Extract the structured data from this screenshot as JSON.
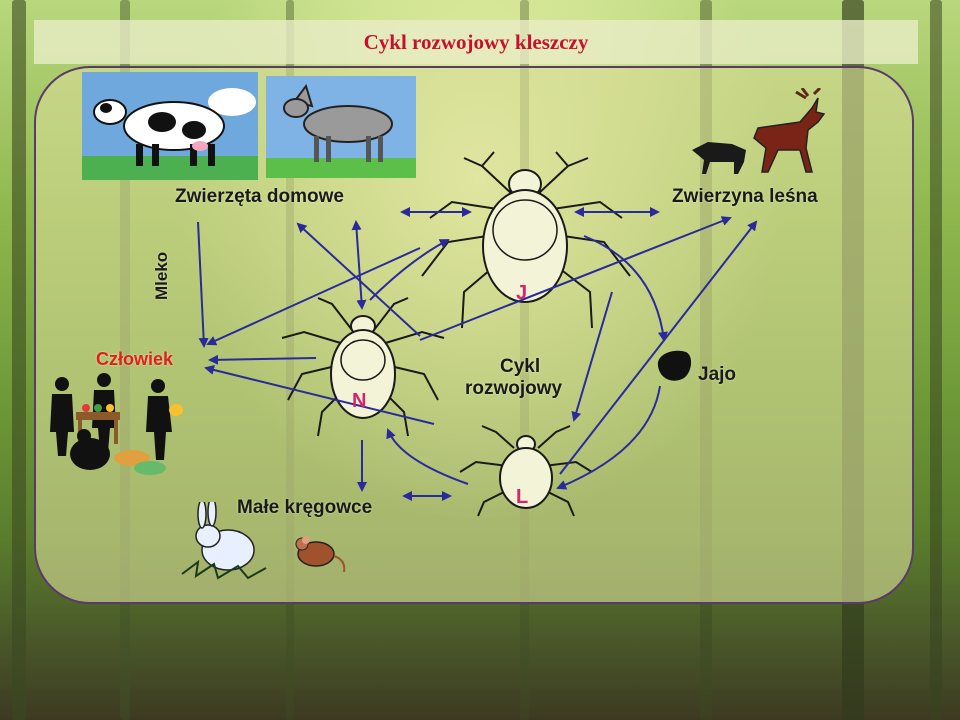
{
  "title": "Cykl rozwojowy kleszczy",
  "labels": {
    "domestic": "Zwierzęta domowe",
    "forest": "Zwierzyna leśna",
    "human": "Człowiek",
    "milk": "Mleko",
    "egg": "Jajo",
    "small_vertebrates": "Małe kręgowce",
    "cycle_line1": "Cykl",
    "cycle_line2": "rozwojowy"
  },
  "stages": {
    "adult": "J",
    "nymph": "N",
    "larva": "L"
  },
  "colors": {
    "title": "#c8102e",
    "stage_letter": "#d6246e",
    "arrow": "#2a2a9a",
    "panel_border": "#5a3a6a"
  }
}
